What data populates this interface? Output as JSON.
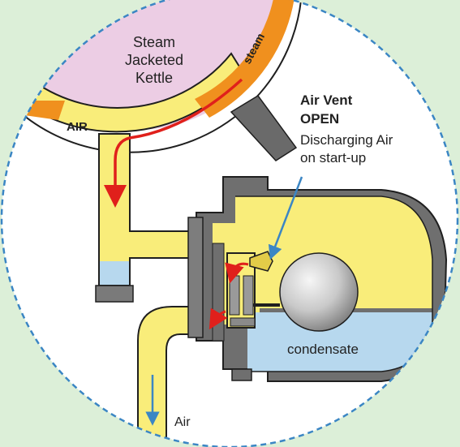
{
  "labels": {
    "kettle_line1": "Steam",
    "kettle_line2": "Jacketed",
    "kettle_line3": "Kettle",
    "steam": "steam",
    "air_in_jacket": "AIR",
    "vent_title_line1": "Air Vent",
    "vent_title_line2": "OPEN",
    "vent_desc_line1": "Discharging Air",
    "vent_desc_line2": "on start-up",
    "condensate": "condensate",
    "air_outlet": "Air"
  },
  "colors": {
    "background": "#dcefd8",
    "circle_fill": "#ffffff",
    "circle_border": "#3b86c4",
    "kettle": "#eccde4",
    "air_fill": "#f9ed7a",
    "steam_fill": "#f0901e",
    "trap_body": "#6f6f6f",
    "condensate_fill": "#b7d8ee",
    "flow_arrow_red": "#e0201b",
    "pointer_arrow_blue": "#3b86c4",
    "outline": "#1f1f1f"
  },
  "icons": {
    "float": "float-ball-icon",
    "vent": "thermostatic-air-vent-icon"
  }
}
